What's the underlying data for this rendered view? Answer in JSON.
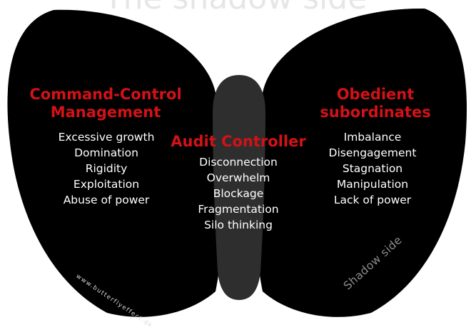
{
  "title": "The shadow side",
  "colors": {
    "wing": "#000000",
    "body": "#2e2e2e",
    "heading": "#d31217",
    "text": "#ffffff"
  },
  "left_wing": {
    "heading": "Command-Control Management",
    "items": [
      "Excessive growth",
      "Domination",
      "Rigidity",
      "Exploitation",
      "Abuse of power"
    ]
  },
  "center": {
    "heading": "Audit Controller",
    "items": [
      "Disconnection",
      "Overwhelm",
      "Blockage",
      "Fragmentation",
      "Silo thinking"
    ]
  },
  "right_wing": {
    "heading": "Obedient subordinates",
    "items": [
      "Imbalance",
      "Disengagement",
      "Stagnation",
      "Manipulation",
      "Lack of power"
    ]
  },
  "website": "www.butterflyeffect.dk",
  "shadow_label": "Shadow side"
}
